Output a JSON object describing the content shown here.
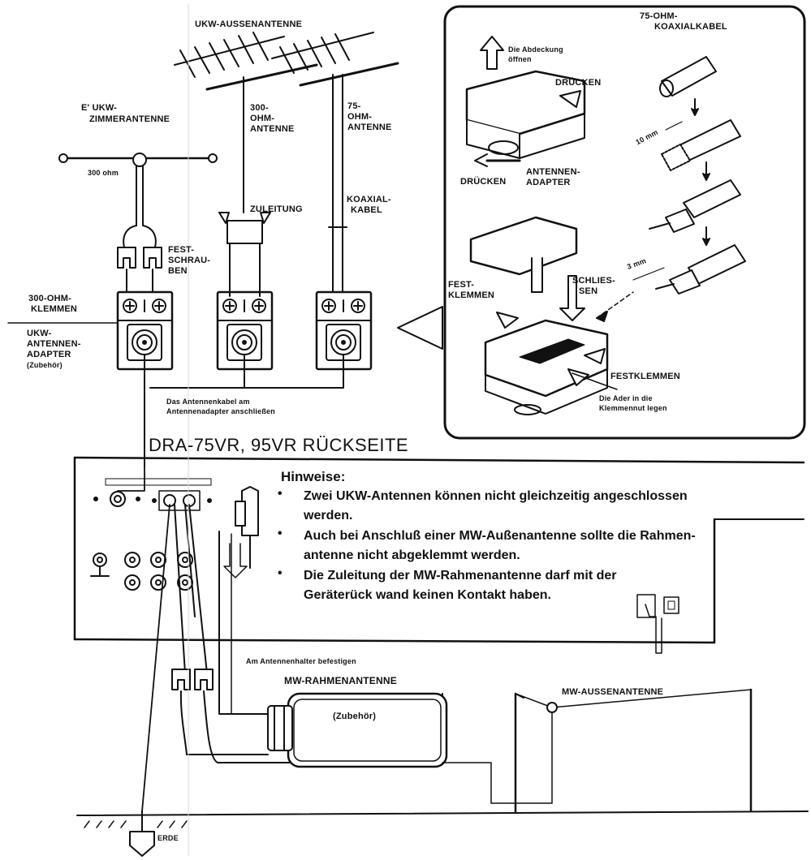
{
  "antenna_labels": {
    "ukw_aussenantenne": "UKW-AUSSENANTENNE",
    "e_ukw_zimmerantenne_l1": "E' UKW-",
    "e_ukw_zimmerantenne_l2": "ZIMMERANTENNE",
    "ohm300": "300 ohm",
    "ohm300_antenne_l1": "300-",
    "ohm300_antenne_l2": "OHM-",
    "ohm300_antenne_l3": "ANTENNE",
    "ohm75_antenne_l1": "75-",
    "ohm75_antenne_l2": "OHM-",
    "ohm75_antenne_l3": "ANTENNE",
    "zuleitung": "ZULEITUNG",
    "koaxialkabel_l1": "KOAXIAL-",
    "koaxialkabel_l2": "KABEL",
    "festschrauben_l1": "FEST-",
    "festschrauben_l2": "SCHRAU-",
    "festschrauben_l3": "BEN",
    "klemmen300_l1": "300-OHM-",
    "klemmen300_l2": "KLEMMEN",
    "adapter_l1": "UKW-",
    "adapter_l2": "ANTENNEN-",
    "adapter_l3": "ADAPTER",
    "adapter_l4": "(Zubehör)",
    "antennenkabel_l1": "Das Antennenkabel am",
    "antennenkabel_l2": "Antennenadapter anschließen"
  },
  "inset": {
    "abdeckung_l1": "Die Abdeckung",
    "abdeckung_l2": "öffnen",
    "druecken_top": "DRÜCKEN",
    "druecken_bottom": "DRÜCKEN",
    "antennen_adapter_l1": "ANTENNEN-",
    "antennen_adapter_l2": "ADAPTER",
    "koax_l1": "75-OHM-",
    "koax_l2": "KOAXIALKABEL",
    "mm10": "10 mm",
    "mm3": "3 mm",
    "fest_klemmen_l1": "FEST-",
    "fest_klemmen_l2": "KLEMMEN",
    "schliessen_l1": "SCHLIES-",
    "schliessen_l2": "SEN",
    "festklemmen": "FESTKLEMMEN",
    "ader_l1": "Die Ader in die",
    "ader_l2": "Klemmennut legen"
  },
  "rear_panel": {
    "title": "DRA-75VR, 95VR RÜCKSEITE",
    "notes_heading": "Hinweise:",
    "note1_l1": "Zwei UKW-Antennen können nicht gleichzeitig angeschlossen",
    "note1_l2": "werden.",
    "note2_l1": "Auch bei Anschluß einer MW-Außenantenne sollte die Rahmen-",
    "note2_l2": "antenne nicht abgeklemmt werden.",
    "note3_l1": "Die Zuleitung der MW-Rahmenantenne darf mit der",
    "note3_l2": "Geräterück wand keinen Kontakt haben."
  },
  "mw_labels": {
    "halter": "Am Antennenhalter befestigen",
    "rahmenantenne": "MW-RAHMENANTENNE",
    "zubehoer": "(Zubehör)",
    "aussenantenne": "MW-AUSSENANTENNE",
    "erde": "ERDE"
  }
}
